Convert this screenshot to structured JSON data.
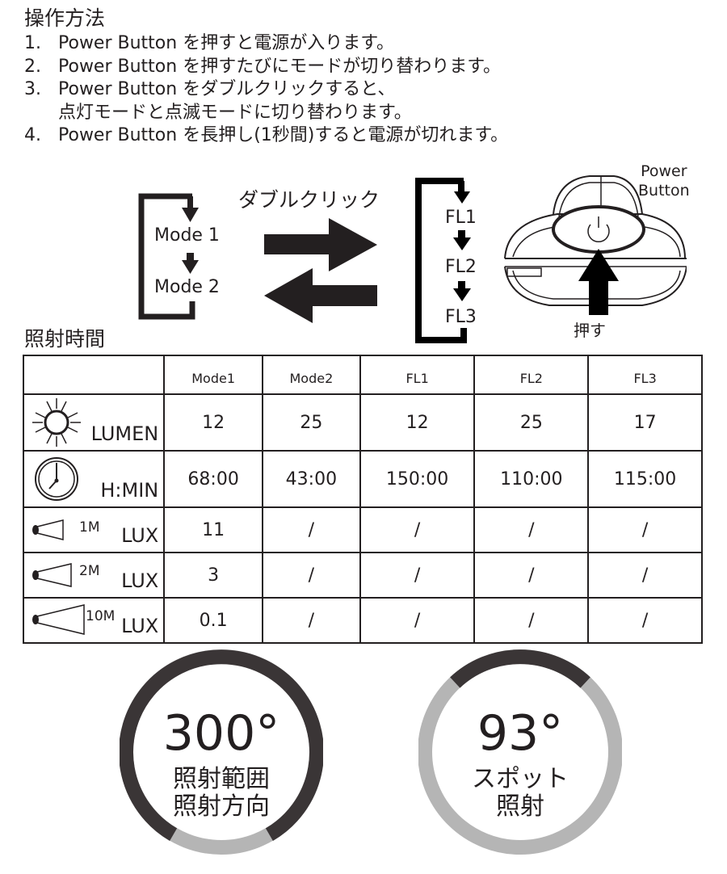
{
  "instructions": {
    "title": "操作方法",
    "steps": [
      {
        "num": "1.",
        "text": "Power Button を押すと電源が入ります。"
      },
      {
        "num": "2.",
        "text": "Power Button を押すたびにモードが切り替わります。"
      },
      {
        "num": "3.",
        "text": "Power Button をダブルクリックすると、",
        "continuation": "点灯モードと点滅モードに切り替わります。"
      },
      {
        "num": "4.",
        "text": "Power Button を長押し(1秒間)すると電源が切れます。"
      }
    ]
  },
  "diagram": {
    "mode_cycle": [
      "Mode 1",
      "Mode 2"
    ],
    "double_click_label": "ダブルクリック",
    "flash_cycle": [
      "FL1",
      "FL2",
      "FL3"
    ],
    "power_button_label_line1": "Power",
    "power_button_label_line2": "Button",
    "press_label": "押す"
  },
  "runtime_table": {
    "title": "照射時間",
    "columns": [
      "",
      "Mode1",
      "Mode2",
      "FL1",
      "FL2",
      "FL3"
    ],
    "rows": [
      {
        "icon": "sun-icon",
        "label": "LUMEN",
        "distance": "",
        "values": [
          "12",
          "25",
          "12",
          "25",
          "17"
        ]
      },
      {
        "icon": "clock-icon",
        "label": "H:MIN",
        "distance": "",
        "values": [
          "68:00",
          "43:00",
          "150:00",
          "110:00",
          "115:00"
        ]
      },
      {
        "icon": "beam-1m-icon",
        "label": "LUX",
        "distance": "1M",
        "values": [
          "11",
          "/",
          "/",
          "/",
          "/"
        ]
      },
      {
        "icon": "beam-2m-icon",
        "label": "LUX",
        "distance": "2M",
        "values": [
          "3",
          "/",
          "/",
          "/",
          "/"
        ]
      },
      {
        "icon": "beam-10m-icon",
        "label": "LUX",
        "distance": "10M",
        "values": [
          "0.1",
          "/",
          "/",
          "/",
          "/"
        ]
      }
    ]
  },
  "beam_angles": [
    {
      "value": "300°",
      "line1": "照射範囲",
      "line2": "照射方向",
      "degrees": 300
    },
    {
      "value": "93°",
      "line1": "スポット",
      "line2": "照射",
      "degrees": 93
    }
  ],
  "colors": {
    "text": "#231f20",
    "arc_dark": "#3a3536",
    "arc_light": "#b5b5b5",
    "background": "#ffffff"
  }
}
